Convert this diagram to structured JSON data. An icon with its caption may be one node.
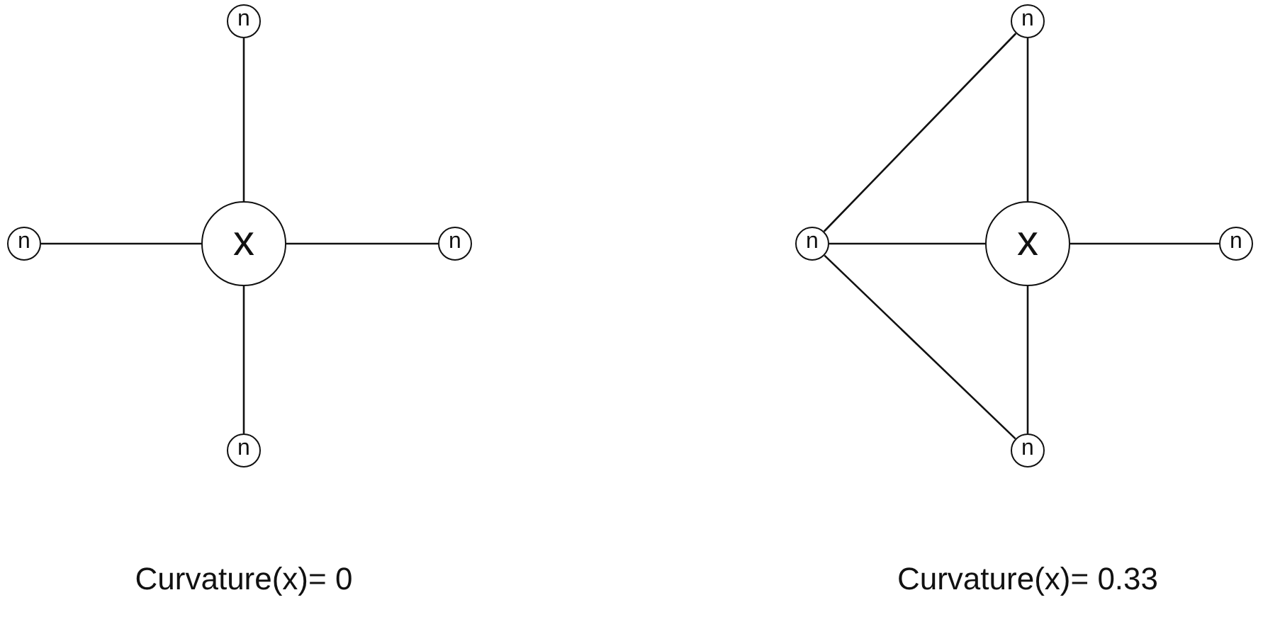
{
  "diagram": {
    "nodes": [
      {
        "text": [
          "n"
        ]
      },
      {
        "text": [
          "n"
        ]
      },
      {
        "text": [
          "x"
        ]
      },
      {
        "text": [
          "n"
        ]
      },
      {
        "text": [
          "n"
        ]
      },
      {
        "text": [
          "n"
        ]
      },
      {
        "text": [
          "n"
        ]
      },
      {
        "text": [
          "x"
        ]
      },
      {
        "text": [
          "n"
        ]
      },
      {
        "text": [
          "n"
        ]
      }
    ],
    "edges": [
      {
        "from": 2,
        "to": 0,
        "arrow": "none"
      },
      {
        "from": 2,
        "to": 1,
        "arrow": "none"
      },
      {
        "from": 2,
        "to": 3,
        "arrow": "none"
      },
      {
        "from": 2,
        "to": 4,
        "arrow": "none"
      },
      {
        "from": 6,
        "to": 5,
        "arrow": "none"
      },
      {
        "from": 7,
        "to": 5,
        "arrow": "none"
      },
      {
        "from": 7,
        "to": 6,
        "arrow": "none"
      },
      {
        "from": 7,
        "to": 8,
        "arrow": "none"
      },
      {
        "from": 7,
        "to": 9,
        "arrow": "none"
      },
      {
        "from": 6,
        "to": 9,
        "arrow": "none"
      }
    ],
    "labels": [
      "Curvature(x)= 0",
      "Curvature(x)= 0.33"
    ]
  }
}
